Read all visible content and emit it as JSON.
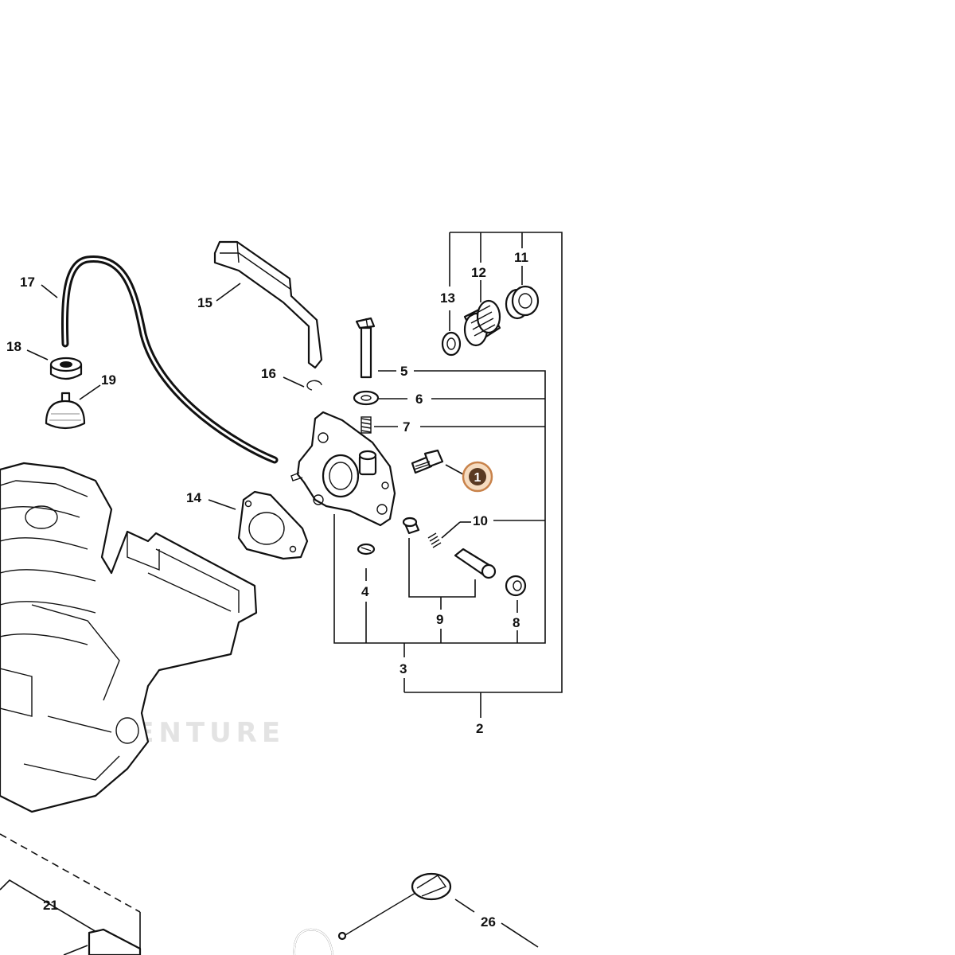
{
  "watermark": "LIKEVENTURE",
  "callouts": [
    {
      "id": "c17",
      "text": "17"
    },
    {
      "id": "c18",
      "text": "18"
    },
    {
      "id": "c19",
      "text": "19"
    },
    {
      "id": "c15",
      "text": "15"
    },
    {
      "id": "c16",
      "text": "16"
    },
    {
      "id": "c14",
      "text": "14"
    },
    {
      "id": "c13",
      "text": "13"
    },
    {
      "id": "c12",
      "text": "12"
    },
    {
      "id": "c11",
      "text": "11"
    },
    {
      "id": "c5",
      "text": "5"
    },
    {
      "id": "c6",
      "text": "6"
    },
    {
      "id": "c7",
      "text": "7"
    },
    {
      "id": "c10",
      "text": "10"
    },
    {
      "id": "c4",
      "text": "4"
    },
    {
      "id": "c9",
      "text": "9"
    },
    {
      "id": "c8",
      "text": "8"
    },
    {
      "id": "c3",
      "text": "3"
    },
    {
      "id": "c2",
      "text": "2"
    },
    {
      "id": "c21",
      "text": "21"
    },
    {
      "id": "c26",
      "text": "26"
    }
  ],
  "highlight": {
    "text": "1",
    "color": "#c8824a",
    "ring": "#e8b07a"
  }
}
